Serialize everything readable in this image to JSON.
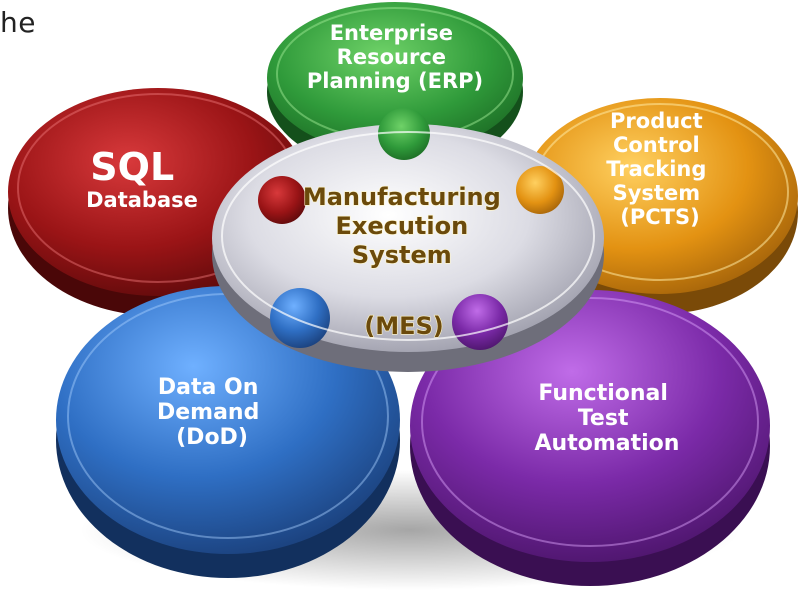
{
  "corner_text": "he",
  "hub": {
    "lines": [
      "Manufacturing",
      "Execution",
      "System"
    ],
    "abbr": "(MES)"
  },
  "petals": {
    "erp": {
      "lines": [
        "Enterprise",
        "Resource",
        "Planning (ERP)"
      ],
      "color": "#2f9a3a"
    },
    "pcts": {
      "lines": [
        "Product",
        "Control",
        "Tracking",
        "System",
        "(PCTS)"
      ],
      "color": "#e39212"
    },
    "sql": {
      "title": "SQL",
      "subtitle": "Database",
      "color": "#9a1416"
    },
    "dod": {
      "lines": [
        "Data On",
        "Demand",
        "(DoD)"
      ],
      "color": "#2f6fc4"
    },
    "fta": {
      "lines": [
        "Functional",
        "Test",
        "Automation"
      ],
      "color": "#7b2aa8"
    }
  }
}
